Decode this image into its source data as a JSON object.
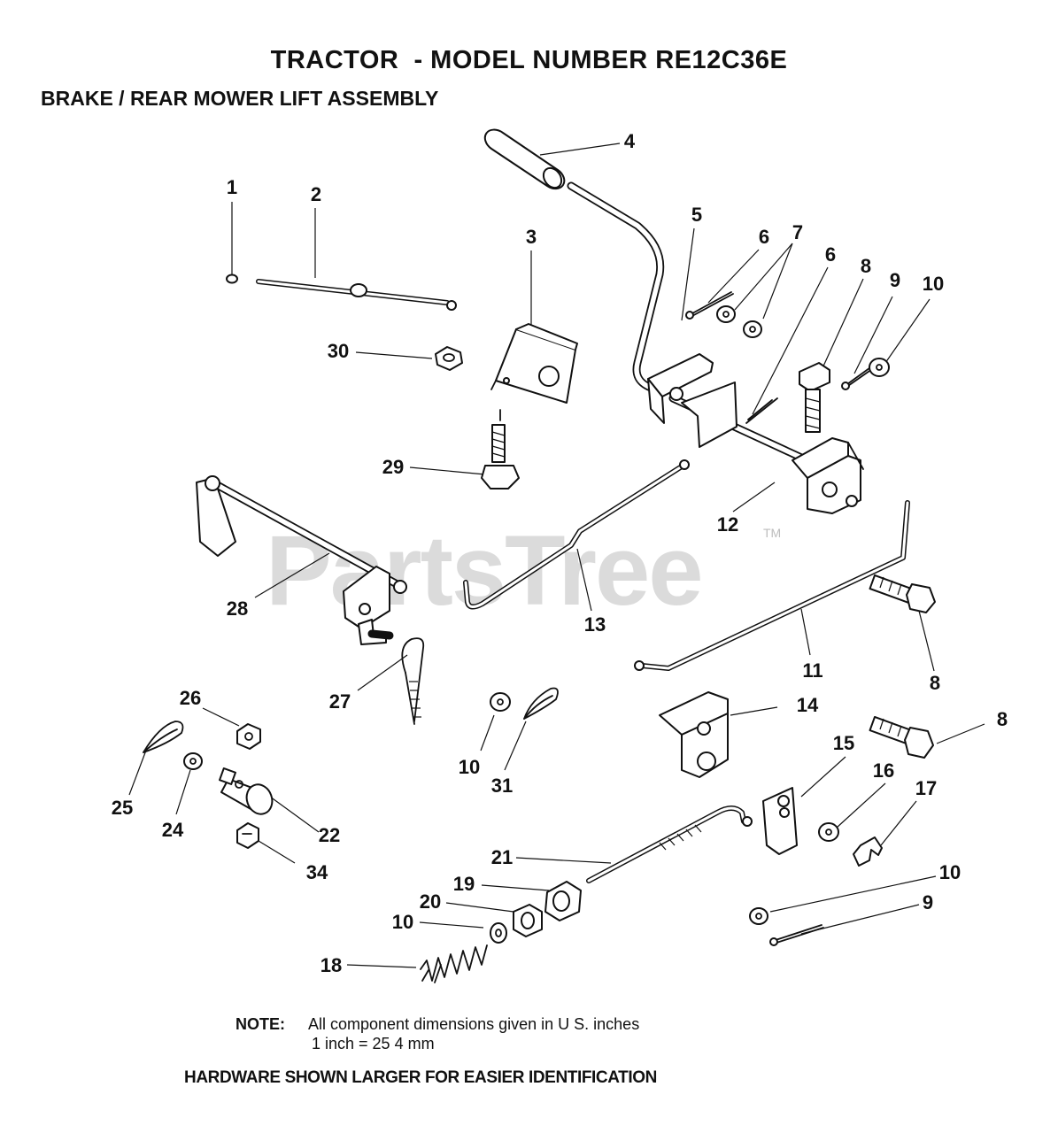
{
  "title": "TRACTOR  - MODEL NUMBER RE12C36E",
  "subtitle": "BRAKE / REAR MOWER LIFT ASSEMBLY",
  "watermark": "PartsTree",
  "watermark_mark": "TM",
  "callouts": {
    "c1": "1",
    "c2": "2",
    "c3": "3",
    "c4": "4",
    "c5": "5",
    "c6a": "6",
    "c6b": "6",
    "c7": "7",
    "c8a": "8",
    "c8b": "8",
    "c8c": "8",
    "c9a": "9",
    "c9b": "9",
    "c10a": "10",
    "c10b": "10",
    "c10c": "10",
    "c10d": "10",
    "c11": "11",
    "c12": "12",
    "c13": "13",
    "c14": "14",
    "c15": "15",
    "c16": "16",
    "c17": "17",
    "c18": "18",
    "c19": "19",
    "c20": "20",
    "c21": "21",
    "c22": "22",
    "c24": "24",
    "c25": "25",
    "c26": "26",
    "c27": "27",
    "c28": "28",
    "c29": "29",
    "c30": "30",
    "c31": "31",
    "c34": "34"
  },
  "note": {
    "label": "NOTE:",
    "line1": "All component dimensions given in U S. inches",
    "line2": "1 inch = 25 4 mm"
  },
  "hardware_note": "HARDWARE SHOWN LARGER FOR EASIER IDENTIFICATION"
}
